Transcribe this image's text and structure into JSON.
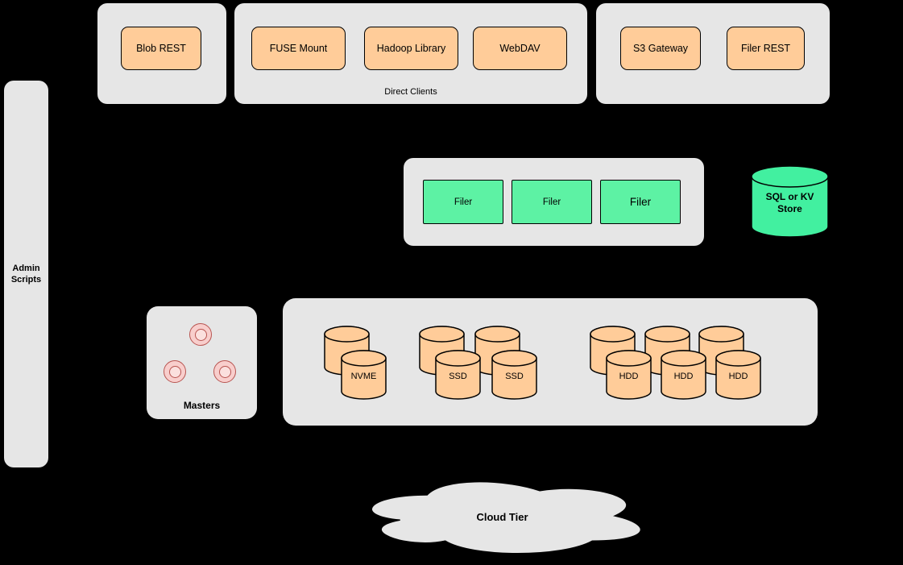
{
  "colors": {
    "background": "#000000",
    "panel": "#e6e6e6",
    "node_orange": "#ffcc99",
    "node_green": "#5df2a4",
    "store_green": "#42f0a0",
    "master_pink": "#f8cecc",
    "master_stroke": "#b85450",
    "stroke": "#000000"
  },
  "top_panels": {
    "blob": {
      "buttons": [
        {
          "label": "Blob REST"
        }
      ]
    },
    "direct_clients": {
      "caption": "Direct Clients",
      "buttons": [
        {
          "label": "FUSE Mount"
        },
        {
          "label": "Hadoop Library"
        },
        {
          "label": "WebDAV"
        }
      ]
    },
    "gateways": {
      "buttons": [
        {
          "label": "S3 Gateway"
        },
        {
          "label": "Filer REST"
        }
      ]
    }
  },
  "admin": {
    "label": "Admin Scripts"
  },
  "filer_cluster": {
    "nodes": [
      {
        "label": "Filer"
      },
      {
        "label": "Filer"
      },
      {
        "label": "Filer"
      }
    ]
  },
  "metadata_store": {
    "label": "SQL or KV Store"
  },
  "masters": {
    "label": "Masters"
  },
  "volume_servers": {
    "nvme": [
      {
        "label": "NVME"
      }
    ],
    "ssd": [
      {
        "label": "SSD"
      },
      {
        "label": "SSD"
      }
    ],
    "hdd": [
      {
        "label": "HDD"
      },
      {
        "label": "HDD"
      },
      {
        "label": "HDD"
      }
    ]
  },
  "cloud": {
    "label": "Cloud Tier"
  }
}
